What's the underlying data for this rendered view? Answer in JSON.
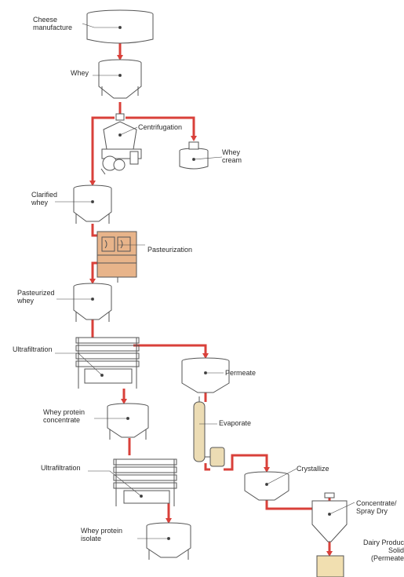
{
  "labels": {
    "cheese_manufacture": "Cheese\nmanufacture",
    "whey": "Whey",
    "centrifugation": "Centrifugation",
    "whey_cream": "Whey\ncream",
    "clarified_whey": "Clarified\nwhey",
    "pasteurization": "Pasteurization",
    "pasteurized_whey": "Pasteurized\nwhey",
    "ultrafiltration_1": "Ultrafiltration",
    "permeate": "Permeate",
    "whey_protein_concentrate": "Whey protein\nconcentrate",
    "evaporate": "Evaporate",
    "ultrafiltration_2": "Ultrafiltration",
    "crystallize": "Crystallize",
    "concentrate_spray_dry": "Concentrate/\nSpray Dry",
    "whey_protein_isolate": "Whey protein\nisolate",
    "dairy_product_solids": "Dairy Produc\nSolid\n(Permeate"
  },
  "colors": {
    "flow": "#d9403a",
    "vessel_stroke": "#555555",
    "vessel_fill": "#ffffff",
    "heat_exchanger": "#e8b48a",
    "evaporator": "#ecdcb4",
    "product_box": "#f1dfb0"
  }
}
